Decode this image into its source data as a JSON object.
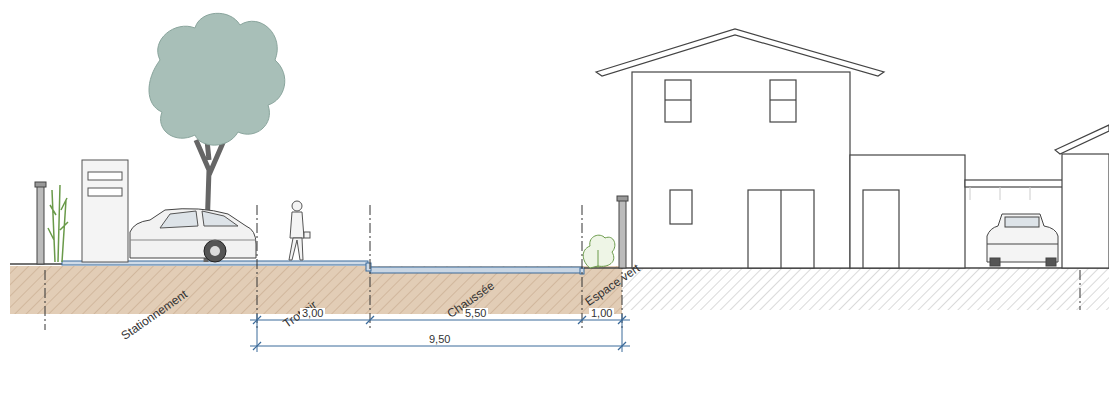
{
  "diagram": {
    "labels": [
      "Stationnement",
      "Trottoir",
      "Chaussée",
      "Espace vert",
      "3,00",
      "5,50",
      "1,00",
      "9,50"
    ]
  }
}
